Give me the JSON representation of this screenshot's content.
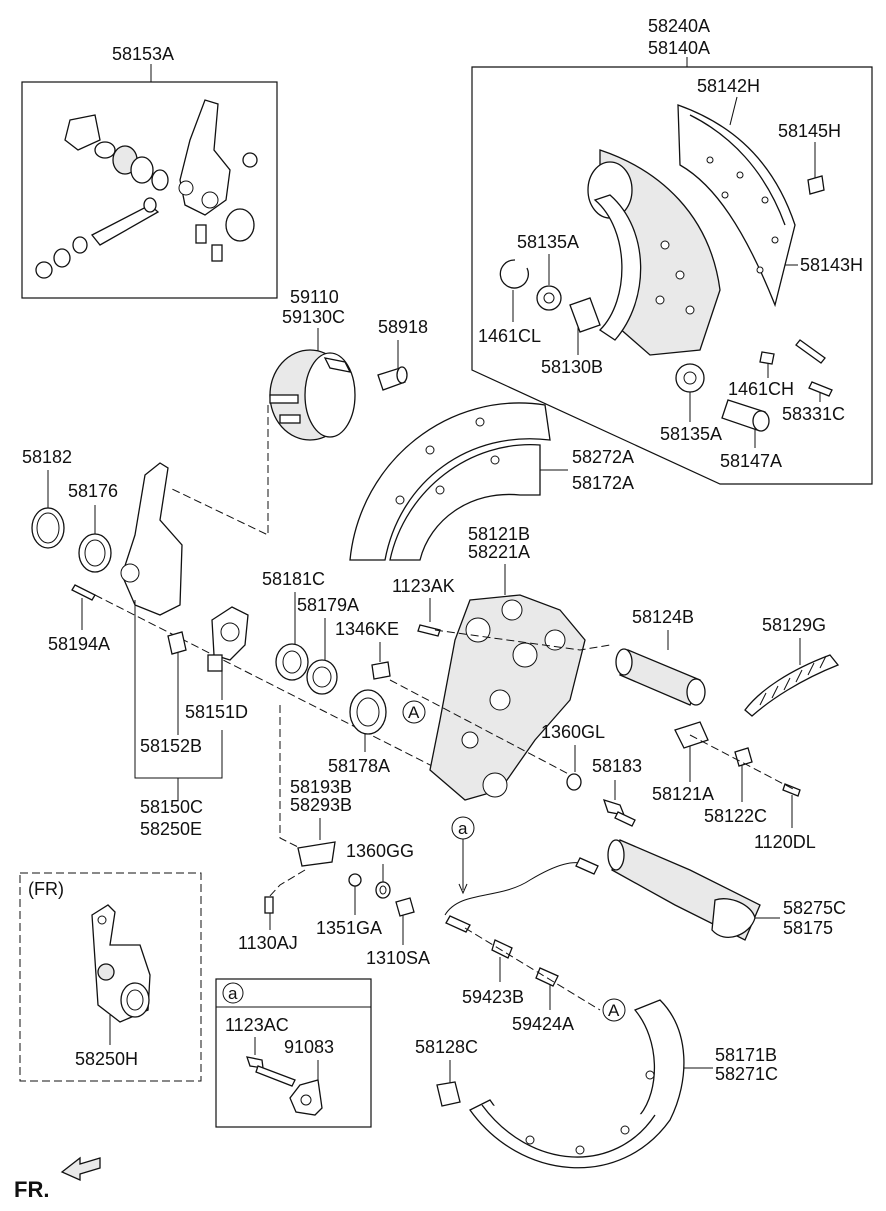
{
  "labels": {
    "p58153A": "58153A",
    "p58240A": "58240A",
    "p58140A": "58140A",
    "p58142H": "58142H",
    "p58145H": "58145H",
    "p58143H": "58143H",
    "p58135A_top": "58135A",
    "p1461CL": "1461CL",
    "p58130B": "58130B",
    "p1461CH": "1461CH",
    "p58331C": "58331C",
    "p58135A_bot": "58135A",
    "p58147A": "58147A",
    "p59110": "59110",
    "p59130C": "59130C",
    "p58918": "58918",
    "p58182": "58182",
    "p58176": "58176",
    "p58272A": "58272A",
    "p58172A": "58172A",
    "p58121B": "58121B",
    "p58221A": "58221A",
    "p58181C": "58181C",
    "p1123AK": "1123AK",
    "p58179A": "58179A",
    "p1346KE": "1346KE",
    "p58124B": "58124B",
    "p58129G": "58129G",
    "p58194A": "58194A",
    "p58151D": "58151D",
    "p58152B": "58152B",
    "p58178A": "58178A",
    "p1360GL": "1360GL",
    "p58183": "58183",
    "p58121A": "58121A",
    "p58150C": "58150C",
    "p58250E": "58250E",
    "p58193B": "58193B",
    "p58293B": "58293B",
    "p58122C": "58122C",
    "p1120DL": "1120DL",
    "p1360GG": "1360GG",
    "p1130AJ": "1130AJ",
    "p1351GA": "1351GA",
    "p1310SA": "1310SA",
    "p58275C": "58275C",
    "p58175": "58175",
    "p59423B": "59423B",
    "p59424A": "59424A",
    "p58250H": "58250H",
    "p1123AC": "1123AC",
    "p91083": "91083",
    "p58128C": "58128C",
    "p58171B": "58171B",
    "p58271C": "58271C"
  },
  "callouts": {
    "ref_A1": "A",
    "ref_A2": "A",
    "ref_a1": "a",
    "ref_a2": "a"
  },
  "inset_fr": "(FR)",
  "fr_marker": "FR."
}
